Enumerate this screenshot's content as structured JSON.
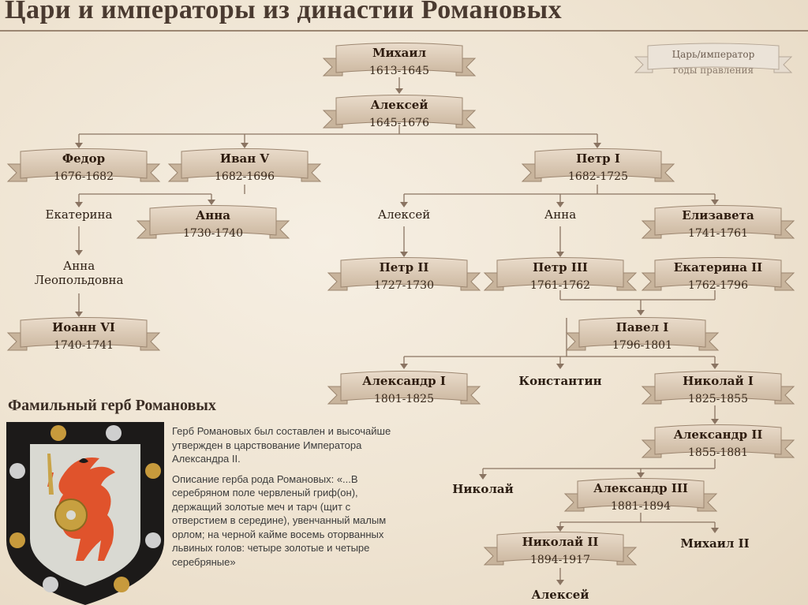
{
  "title": "Цари и императоры из династии Романовых",
  "colors": {
    "ribbon": "#dccab5",
    "ribbon_edge": "#a8937c",
    "line": "#8a7462"
  },
  "legend": {
    "name": "Царь/император",
    "years": "годы правления"
  },
  "rulers": {
    "mikhail": {
      "name": "Михаил",
      "years": "1613-1645"
    },
    "aleksei": {
      "name": "Алексей",
      "years": "1645-1676"
    },
    "fedor": {
      "name": "Федор",
      "years": "1676-1682"
    },
    "ivan5": {
      "name": "Иван V",
      "years": "1682-1696"
    },
    "petr1": {
      "name": "Петр I",
      "years": "1682-1725"
    },
    "anna": {
      "name": "Анна",
      "years": "1730-1740"
    },
    "elizaveta": {
      "name": "Елизавета",
      "years": "1741-1761"
    },
    "petr2": {
      "name": "Петр II",
      "years": "1727-1730"
    },
    "petr3": {
      "name": "Петр III",
      "years": "1761-1762"
    },
    "ekaterina2": {
      "name": "Екатерина II",
      "years": "1762-1796"
    },
    "ioann6": {
      "name": "Иоанн VI",
      "years": "1740-1741"
    },
    "pavel1": {
      "name": "Павел I",
      "years": "1796-1801"
    },
    "aleksandr1": {
      "name": "Александр I",
      "years": "1801-1825"
    },
    "nikolai1": {
      "name": "Николай I",
      "years": "1825-1855"
    },
    "aleksandr2": {
      "name": "Александр II",
      "years": "1855-1881"
    },
    "aleksandr3": {
      "name": "Александр III",
      "years": "1881-1894"
    },
    "nikolai2": {
      "name": "Николай II",
      "years": "1894-1917"
    }
  },
  "relatives": {
    "ekaterina": "Екатерина",
    "anna_leopoldovna_1": "Анна",
    "anna_leopoldovna_2": "Леопольдовна",
    "aleksei_petrovich": "Алексей",
    "anna_petrovna": "Анна",
    "konstantin": "Константин",
    "nikolai": "Николай",
    "mikhail2": "Михаил II",
    "aleksei_last": "Алексей"
  },
  "coat": {
    "heading": "Фамильный герб Романовых",
    "paragraph1": "Герб Романовых был составлен и высочайше утвержден в царствование Императора Александра II.",
    "paragraph2": "Описание герба рода Романовых: «...В серебряном поле червленый гриф(он), держащий золотые меч и тарч (щит с отверстием в середине), увенчанный малым орлом; на черной кайме восемь оторванных львиных голов: четыре золотые и четыре серебряные»"
  }
}
